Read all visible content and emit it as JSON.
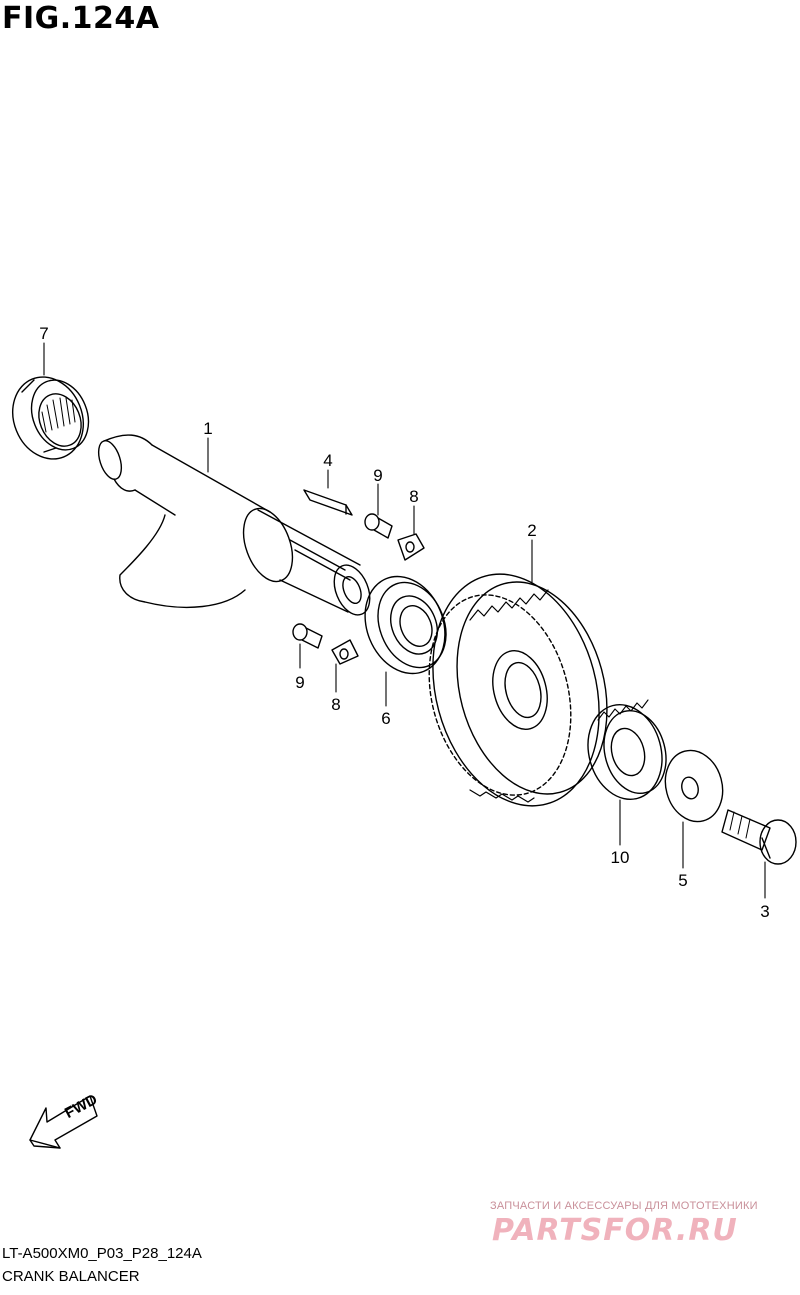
{
  "figure": {
    "title": "FIG.124A",
    "code": "LT-A500XM0_P03_P28_124A",
    "name": "CRANK BALANCER"
  },
  "callouts": [
    {
      "id": "7",
      "label": "7"
    },
    {
      "id": "1",
      "label": "1"
    },
    {
      "id": "4",
      "label": "4"
    },
    {
      "id": "9a",
      "label": "9"
    },
    {
      "id": "8a",
      "label": "8"
    },
    {
      "id": "2",
      "label": "2"
    },
    {
      "id": "9b",
      "label": "9"
    },
    {
      "id": "8b",
      "label": "8"
    },
    {
      "id": "6",
      "label": "6"
    },
    {
      "id": "10",
      "label": "10"
    },
    {
      "id": "5",
      "label": "5"
    },
    {
      "id": "3",
      "label": "3"
    }
  ],
  "direction": {
    "label": "FWD",
    "icon": "fwd-arrow-icon"
  },
  "watermark": {
    "caption": "ЗАПЧАСТИ И АКСЕССУАРЫ ДЛЯ МОТОТЕХНИКИ",
    "logo": "PARTSFOR.RU",
    "color": "#f0b2bc"
  }
}
